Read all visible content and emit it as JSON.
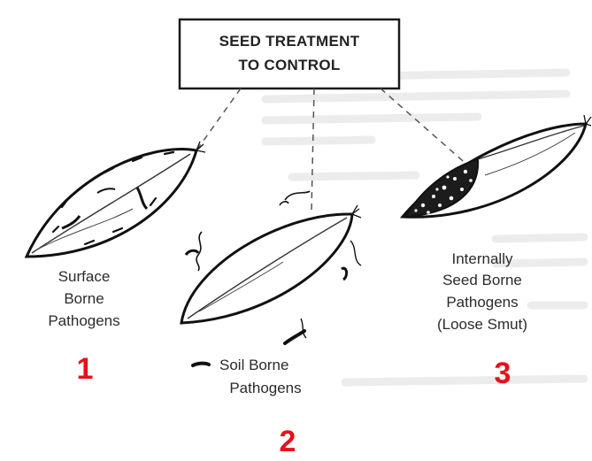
{
  "title": {
    "line1": "SEED TREATMENT",
    "line2": "TO CONTROL"
  },
  "seeds": [
    {
      "caption": [
        "Surface",
        "Borne",
        "Pathogens"
      ],
      "number": "1"
    },
    {
      "caption": [
        "Soil Borne",
        "Pathogens"
      ],
      "number": "2"
    },
    {
      "caption": [
        "Internally",
        "Seed Borne",
        "Pathogens",
        "(Loose Smut)"
      ],
      "number": "3"
    }
  ],
  "colors": {
    "ink": "#1a1a1a",
    "number": "#e8101a",
    "faded_text": "#d9d9d9"
  }
}
